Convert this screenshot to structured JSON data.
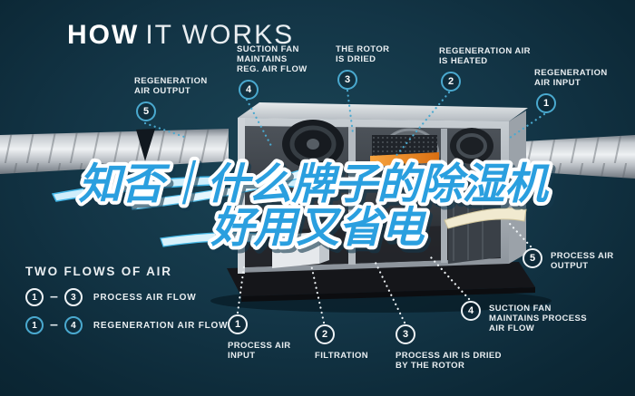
{
  "title": {
    "bold": "HOW",
    "light": "IT WORKS"
  },
  "overlay": {
    "line1": "知否｜什么牌子的除湿机",
    "line2": "好用又省电"
  },
  "legend": {
    "heading": "TWO FLOWS OF AIR",
    "rows": [
      {
        "from": "1",
        "dash": "–",
        "to": "3",
        "label": "PROCESS AIR FLOW"
      },
      {
        "from": "1",
        "dash": "–",
        "to": "4",
        "label": "REGENERATION AIR FLOW"
      }
    ]
  },
  "callouts": {
    "regeneration": [
      {
        "num": "5",
        "label": "REGENERATION\nAIR OUTPUT"
      },
      {
        "num": "4",
        "label": "SUCTION FAN\nMAINTAINS\nREG. AIR FLOW"
      },
      {
        "num": "3",
        "label": "THE ROTOR\nIS DRIED"
      },
      {
        "num": "2",
        "label": "REGENERATION AIR\nIS HEATED"
      },
      {
        "num": "1",
        "label": "REGENERATION\nAIR INPUT"
      }
    ],
    "process": [
      {
        "num": "1",
        "label": "PROCESS AIR\nINPUT"
      },
      {
        "num": "2",
        "label": "FILTRATION"
      },
      {
        "num": "3",
        "label": "PROCESS AIR IS DRIED\nBY THE ROTOR"
      },
      {
        "num": "4",
        "label": "SUCTION FAN\nMAINTAINS PROCESS\nAIR FLOW"
      },
      {
        "num": "5",
        "label": "PROCESS AIR\nOUTPUT"
      }
    ]
  },
  "colors": {
    "background": "#0d2735",
    "accent_teal": "#4aa9cf",
    "label_white": "#e9eef1",
    "overlay_blue": "#2b9fdf",
    "heater_orange": "#e87f1e"
  }
}
